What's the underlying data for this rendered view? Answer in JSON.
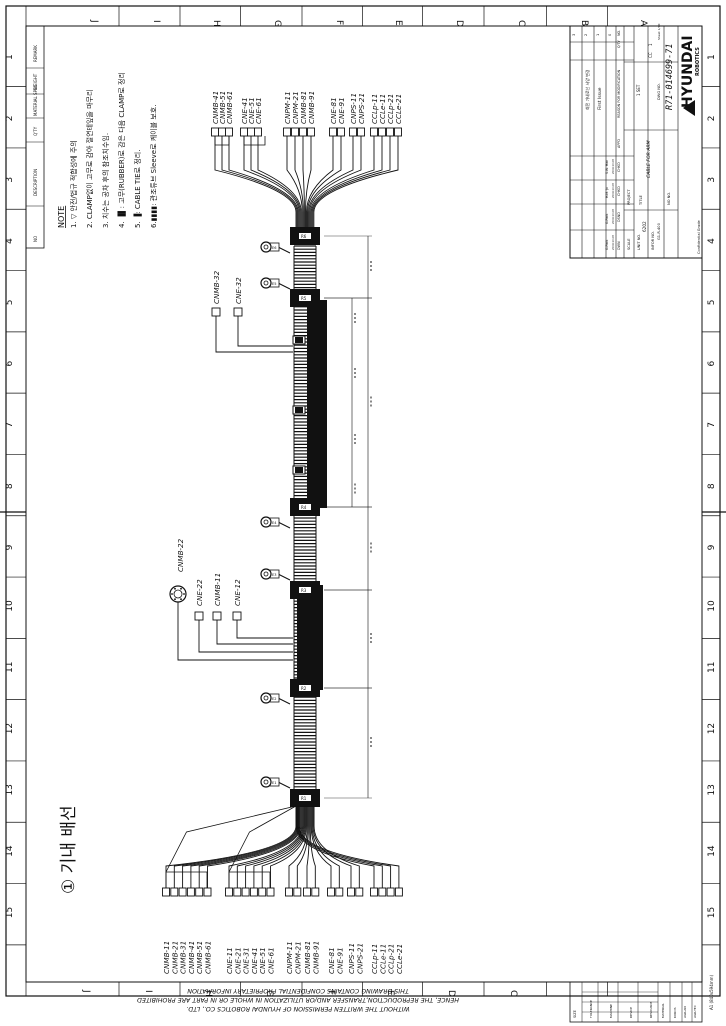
{
  "sheet": {
    "row_letters": [
      "A",
      "B",
      "C",
      "D",
      "E",
      "F",
      "G",
      "H",
      "I",
      "J"
    ],
    "col_numbers": [
      "1",
      "2",
      "3",
      "4",
      "5",
      "6",
      "7",
      "8",
      "9",
      "10",
      "11",
      "12",
      "13",
      "14",
      "15"
    ],
    "size_note": "A1 (840x594mm)"
  },
  "header_strip": {
    "cells": [
      "NO",
      "DESCRIPTION",
      "Q'TY",
      "MATERIAL SPEC",
      "WEIGHT",
      "REMARK"
    ]
  },
  "section_title": "① 기내 배선",
  "notes": {
    "heading": "NOTE",
    "items": [
      "1. ▽ 안전/법규 적합성에 주의",
      "2. CLAMP없이 고무로 감아 절연테잎을 마무리",
      "3. 치수는 공차 후의 참조치수임.",
      "4. ▐▌: 고무(RUBBER)로 감은 다음 CLAMP로 정리",
      "5. ▐: CABLE TIE로 정리.",
      "6.▮▮▮▮: 관조튜브 Sleeve로 케이블 보호."
    ]
  },
  "top_groups": [
    {
      "labels": [
        "CNMB-41",
        "CNMB-51",
        "CNMB-61"
      ]
    },
    {
      "labels": [
        "CNE-41",
        "CNE-51",
        "CNE-61"
      ]
    },
    {
      "labels": [
        "CNPM-11",
        "CNPM-21",
        "CNMB-81",
        "CNMB-91"
      ]
    },
    {
      "labels": [
        "CNE-81",
        "CNE-91"
      ]
    },
    {
      "labels": [
        "CNPS-11",
        "CNPS-21"
      ]
    },
    {
      "labels": [
        "CCLp-11",
        "CCLe-11",
        "CCLp-21",
        "CCLe-21"
      ]
    }
  ],
  "bottom_groups": [
    {
      "labels": [
        "CNMB-11",
        "CNMB-21",
        "CNMB-31",
        "CNMB-41",
        "CNMB-51",
        "CNMB-61"
      ]
    },
    {
      "labels": [
        "CNE-11",
        "CNE-21",
        "CNE-31",
        "CNE-41",
        "CNE-51",
        "CNE-61"
      ]
    },
    {
      "labels": [
        "CNPM-11",
        "CNPM-21"
      ]
    },
    {
      "labels": [
        "CNMB-81",
        "CNMB-91"
      ]
    },
    {
      "labels": [
        "CNE-81",
        "CNE-91"
      ]
    },
    {
      "labels": [
        "CNPS-11",
        "CNPS-21"
      ]
    },
    {
      "labels": [
        "CCLp-11",
        "CCLe-11",
        "CCLp-21",
        "CCLe-21"
      ]
    }
  ],
  "branch_labels": {
    "upper": [
      "CNMB-32",
      "CNE-32"
    ],
    "lower": [
      "CNMB-22",
      "CNE-22",
      "CNMB-11",
      "CNE-12"
    ]
  },
  "clamp_tags": [
    "R1",
    "R2",
    "R3",
    "R4",
    "R5",
    "R6"
  ],
  "ring_tags": [
    "E1",
    "E2",
    "E3",
    "E4",
    "E5",
    "E6"
  ],
  "title_block": {
    "revision_rows": [
      {
        "mark": "3",
        "reason": "",
        "by": "",
        "date": ""
      },
      {
        "mark": "2",
        "reason": "",
        "by": "",
        "date": ""
      },
      {
        "mark": "1",
        "reason": "회전 가네로선 사양 변경",
        "by": "",
        "date": ""
      },
      {
        "mark": "0",
        "reason": "First Issue",
        "by": "",
        "date": ""
      }
    ],
    "col_heads": [
      "DWN",
      "DSND",
      "CHKD",
      "CHKD",
      "APPD",
      "REASON FOR MODIFICATION",
      "Q'TY",
      "NO."
    ],
    "signers": [
      "G.Park",
      "G.Park",
      "H.M. Jo",
      "S.W. Han"
    ],
    "dates": [
      "2009.10.08",
      "2009.10.08",
      "2009.10.08",
      "2009.10.08"
    ],
    "scale_label": "SCALE",
    "unit_label": "UNIT NO.",
    "unit_value": "6202",
    "project_label": "PROJECT",
    "infor_label": "INFOR NO.",
    "infor_value": "G1-R-400",
    "title_label": "TITLE",
    "title_value": "CABLE FOR ARM",
    "drawing_label": "DWG NO.",
    "drawing_value": "R71-014699-71",
    "qty_value": "1 SET",
    "cc_label": "CC",
    "cc_value": "1",
    "confidential": "Confidential Grade",
    "company_logo": "HYUNDAI",
    "company_sub": "ROBOTICS",
    "sheet_size": "Sheet 1/10",
    "no_label": "NO NO."
  },
  "disclaimer": [
    "THIS DRAWING CONTAINS CONFIDENTIAL PROPRIETARY INFORMATION",
    "HENCE, THE REPRODUCTION,TRANSFER AND/OR UTILIZATION IN WHOLE OR IN PART ARE PROHIBITED",
    "WITHOUT THE WRITTEN PERMISSION OF HYUNDAI ROBOTICS CO., LTD."
  ],
  "bottom_strip": {
    "labels": [
      "SIZE",
      "TOLERANCE",
      "MACHINE",
      "DEVICE",
      "RESOURCE",
      "MATERIAL",
      "KOROS",
      "AGR-AN",
      "AGR-TEC"
    ]
  }
}
